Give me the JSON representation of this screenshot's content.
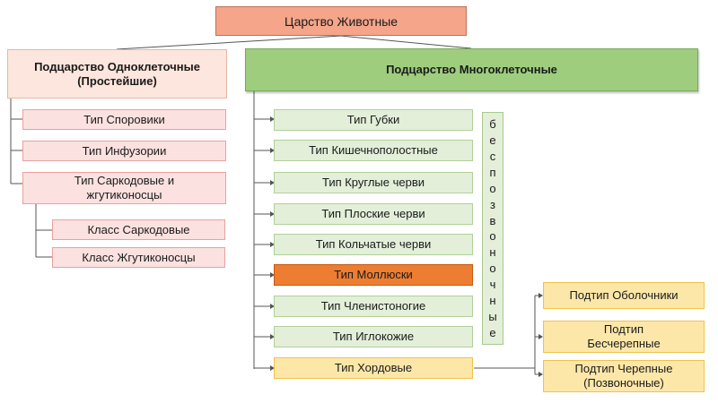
{
  "kingdom": "Царство Животные",
  "subkingdom_uni": "Подцарство Одноклеточные (Простейшие)",
  "subkingdom_multi": "Подцарство Многоклеточные",
  "uni_types": [
    "Тип Споровики",
    "Тип Инфузории",
    "Тип Саркодовые и жгутиконосцы"
  ],
  "uni_classes": [
    "Класс Саркодовые",
    "Класс Жгутиконосцы"
  ],
  "multi_types": [
    "Тип Губки",
    "Тип Кишечнополостные",
    "Тип Круглые черви",
    "Тип Плоские черви",
    "Тип Кольчатые черви",
    "Тип Моллюски",
    "Тип Членистоногие",
    "Тип Иглокожие",
    "Тип Хордовые"
  ],
  "invertebrates_label": [
    "б",
    "е",
    "с",
    "п",
    "о",
    "з",
    "в",
    "о",
    "н",
    "о",
    "ч",
    "н",
    "ы",
    "е"
  ],
  "subtypes": [
    "Подтип Оболочники",
    "Подтип Бесчерепные",
    "Подтип Черепные (Позвоночные)"
  ],
  "colors": {
    "kingdom": "#f4a58a",
    "unicellular": "#fbe1df",
    "multicellular": "#9fcd7e",
    "type_green": "#e3efd9",
    "mollusks": "#ed7d31",
    "chordates": "#fde7a8"
  }
}
